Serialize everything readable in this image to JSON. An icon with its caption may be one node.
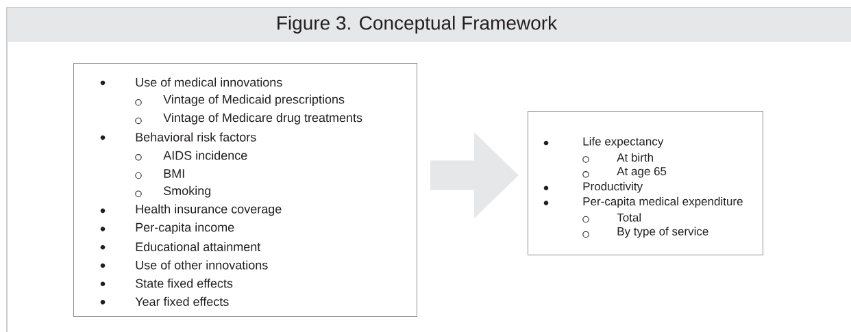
{
  "diagram": {
    "title": "Figure 3. Conceptual Framework",
    "nodes": [
      {
        "text": [
          "Use of medical innovations",
          "Vintage of Medicaid prescriptions",
          "Vintage of Medicare drug treatments",
          "Behavioral risk factors",
          "AIDS incidence",
          "BMI",
          "Smoking",
          "Health insurance coverage",
          "Per-capita income",
          "Educational attainment",
          "Use of other innovations",
          "State fixed effects",
          "Year fixed effects"
        ]
      },
      {
        "text": [
          "Life expectancy",
          "At birth",
          "At age 65",
          "Productivity",
          "Per-capita medical expenditure",
          "Total",
          "By type of service"
        ]
      }
    ],
    "edges": [
      {
        "from": 0,
        "to": 1,
        "arrow": "to",
        "color": "#e6e7e8"
      }
    ]
  }
}
